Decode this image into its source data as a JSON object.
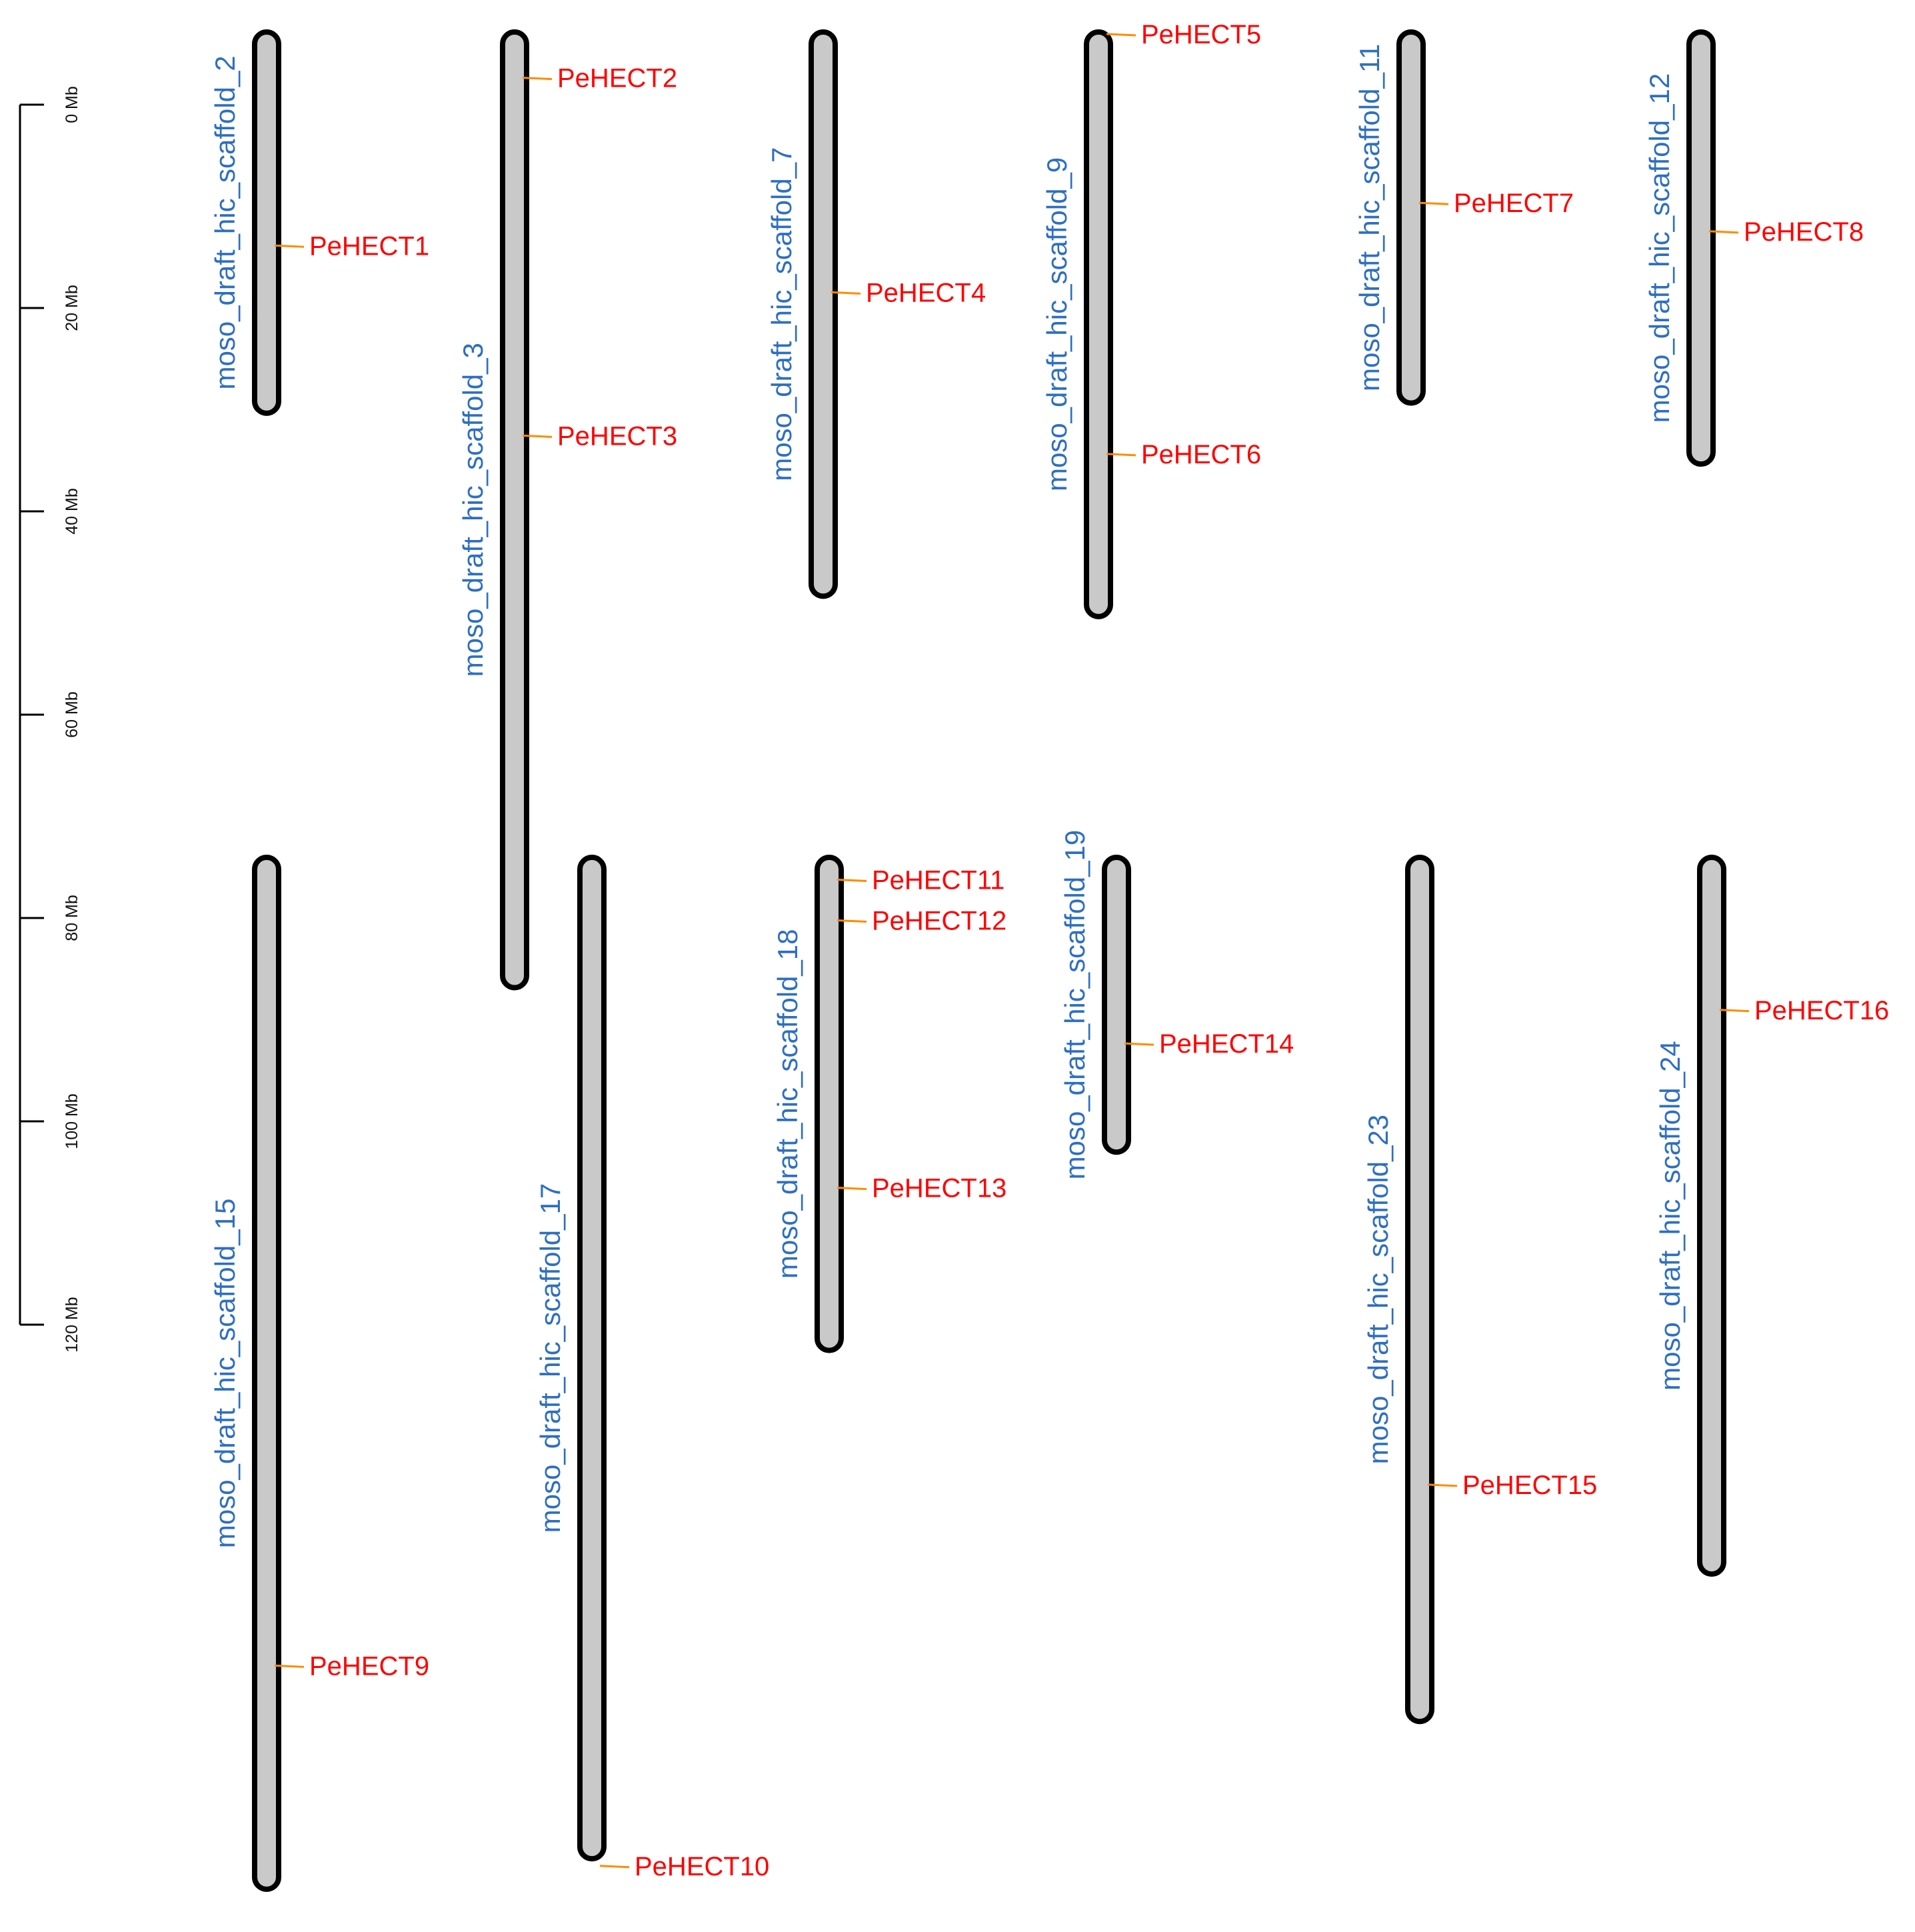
{
  "scale": {
    "unit_suffix": " Mb",
    "ticks": [
      0,
      20,
      40,
      60,
      80,
      100,
      120
    ]
  },
  "colors": {
    "chromosome_fill": "#c8c9c8",
    "chromosome_stroke": "#000000",
    "chromosome_label": "#2e6fc0",
    "gene_label": "#ff0000",
    "gene_tick": "#ff8c00"
  },
  "chromosomes": [
    {
      "name": "moso_draft_hic_scaffold_2",
      "row": 0,
      "length_mb": 37.5,
      "genes": [
        {
          "name": "PeHECT1",
          "pos_mb": 21.0
        }
      ]
    },
    {
      "name": "moso_draft_hic_scaffold_3",
      "row": 0,
      "length_mb": 94.0,
      "genes": [
        {
          "name": "PeHECT2",
          "pos_mb": 4.5
        },
        {
          "name": "PeHECT3",
          "pos_mb": 39.7
        }
      ]
    },
    {
      "name": "moso_draft_hic_scaffold_7",
      "row": 0,
      "length_mb": 55.5,
      "genes": [
        {
          "name": "PeHECT4",
          "pos_mb": 25.6
        }
      ]
    },
    {
      "name": "moso_draft_hic_scaffold_9",
      "row": 0,
      "length_mb": 57.5,
      "genes": [
        {
          "name": "PeHECT5",
          "pos_mb": 0.2
        },
        {
          "name": "PeHECT6",
          "pos_mb": 41.5
        }
      ]
    },
    {
      "name": "moso_draft_hic_scaffold_11",
      "row": 0,
      "length_mb": 36.5,
      "genes": [
        {
          "name": "PeHECT7",
          "pos_mb": 16.8
        }
      ]
    },
    {
      "name": "moso_draft_hic_scaffold_12",
      "row": 0,
      "length_mb": 42.5,
      "genes": [
        {
          "name": "PeHECT8",
          "pos_mb": 19.6
        }
      ]
    },
    {
      "name": "moso_draft_hic_scaffold_15",
      "row": 1,
      "length_mb": 101.5,
      "genes": [
        {
          "name": "PeHECT9",
          "pos_mb": 79.5
        }
      ]
    },
    {
      "name": "moso_draft_hic_scaffold_17",
      "row": 1,
      "length_mb": 98.5,
      "genes": [
        {
          "name": "PeHECT10",
          "pos_mb": 99.2
        }
      ]
    },
    {
      "name": "moso_draft_hic_scaffold_18",
      "row": 1,
      "length_mb": 48.5,
      "genes": [
        {
          "name": "PeHECT11",
          "pos_mb": 2.2
        },
        {
          "name": "PeHECT12",
          "pos_mb": 6.2
        },
        {
          "name": "PeHECT13",
          "pos_mb": 32.5
        }
      ]
    },
    {
      "name": "moso_draft_hic_scaffold_19",
      "row": 1,
      "length_mb": 29.0,
      "genes": [
        {
          "name": "PeHECT14",
          "pos_mb": 18.3
        }
      ]
    },
    {
      "name": "moso_draft_hic_scaffold_23",
      "row": 1,
      "length_mb": 85.0,
      "genes": [
        {
          "name": "PeHECT15",
          "pos_mb": 61.7
        }
      ]
    },
    {
      "name": "moso_draft_hic_scaffold_24",
      "row": 1,
      "length_mb": 70.5,
      "genes": [
        {
          "name": "PeHECT16",
          "pos_mb": 15.0
        }
      ]
    }
  ]
}
